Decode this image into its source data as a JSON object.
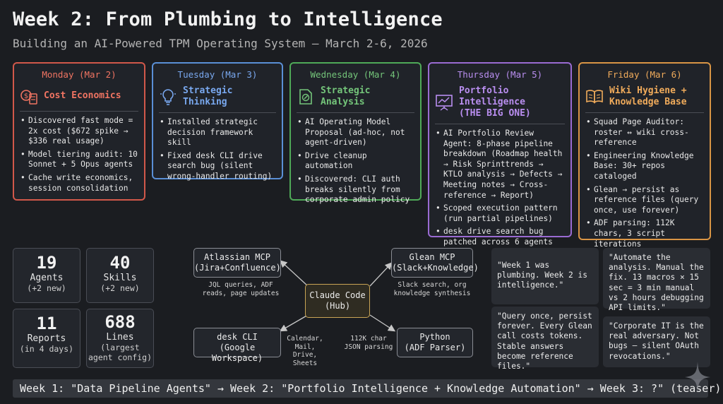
{
  "header": {
    "title": "Week 2: From Plumbing to Intelligence",
    "subtitle": "Building an AI-Powered TPM Operating System — March 2-6, 2026"
  },
  "days": {
    "monday": {
      "label": "Monday (Mar 2)",
      "title": "Cost Economics",
      "icon": "dollar-calculator-icon",
      "color": "#d1584a",
      "bullets": [
        "Discovered fast mode = 2x cost ($672 spike → $336 real usage)",
        "Model tiering audit: 10 Sonnet + 5 Opus agents",
        "Cache write economics, session consolidation"
      ]
    },
    "tuesday": {
      "label": "Tuesday (Mar 3)",
      "title": "Strategic Thinking",
      "icon": "lightbulb-icon",
      "color": "#5a8fd6",
      "bullets": [
        "Installed strategic decision framework skill",
        "Fixed desk CLI drive search bug (silent wrong-handler routing)"
      ]
    },
    "wednesday": {
      "label": "Wednesday (Mar 4)",
      "title": "Strategic Analysis",
      "icon": "document-pen-icon",
      "color": "#4faa58",
      "bullets": [
        "AI Operating Model Proposal (ad-hoc, not agent-driven)",
        "Drive cleanup automation",
        "Discovered: CLI auth breaks silently from corporate admin policy"
      ]
    },
    "thursday": {
      "label": "Thursday (Mar 5)",
      "title_line1": "Portfolio Intelligence",
      "title_line2": "(THE BIG ONE)",
      "icon": "presentation-chart-icon",
      "color": "#9a6bd3",
      "bullets": [
        "AI Portfolio Review Agent: 8-phase pipeline breakdown (Roadmap health → Risk Sprinttrends → KTLO analysis → Defects → Meeting notes → Cross-reference → Report)",
        "Scoped execution pattern (run partial pipelines)",
        "desk drive search bug patched across 6 agents"
      ]
    },
    "friday": {
      "label": "Friday (Mar 6)",
      "title_line1": "Wiki Hygiene +",
      "title_line2": "Knowledge Base",
      "icon": "open-book-icon",
      "color": "#d99545",
      "bullets": [
        "Squad Page Auditor: roster ↔ wiki cross-reference",
        "Engineering Knowledge Base: 30+ repos cataloged",
        "Glean → persist as reference files (query once, use forever)",
        "ADF parsing: 112K chars, 3 script iterations"
      ]
    }
  },
  "stats": [
    {
      "num": "19",
      "label": "Agents",
      "sub": "(+2 new)"
    },
    {
      "num": "40",
      "label": "Skills",
      "sub": "(+2 new)"
    },
    {
      "num": "11",
      "label": "Reports",
      "sub": "(in 4 days)"
    },
    {
      "num": "688",
      "label": "Lines",
      "sub1": "(largest",
      "sub2": "agent config)"
    }
  ],
  "diagram": {
    "hub": {
      "line1": "Claude Code",
      "line2": "(Hub)"
    },
    "atlassian": {
      "line1": "Atlassian MCP",
      "line2": "(Jira+Confluence)",
      "edge1": "JQL queries, ADF",
      "edge2": "reads, page updates"
    },
    "glean": {
      "line1": "Glean MCP",
      "line2": "(Slack+Knowledge)",
      "edge1": "Slack search, org",
      "edge2": "knowledge synthesis"
    },
    "desk": {
      "line1": "desk CLI",
      "line2": "(Google Workspace)",
      "edge1": "Calendar,",
      "edge2": "Mail, Drive,",
      "edge3": "Sheets"
    },
    "python": {
      "line1": "Python",
      "line2": "(ADF Parser)",
      "edge1": "112K char",
      "edge2": "JSON parsing"
    }
  },
  "quotes": [
    "\"Week 1 was plumbing. Week 2 is intelligence.\"",
    "\"Automate the analysis. Manual the fix. 13 macros × 15 sec = 3 min manual vs 2 hours debugging API limits.\"",
    "\"Query once, persist forever. Every Glean call costs tokens. Stable answers become reference files.\"",
    "\"Corporate IT is the real adversary. Not bugs — silent OAuth revocations.\""
  ],
  "footer": "Week 1: \"Data Pipeline Agents\" → Week 2: \"Portfolio Intelligence + Knowledge Automation\" → Week 3: ?\" (teaser)"
}
